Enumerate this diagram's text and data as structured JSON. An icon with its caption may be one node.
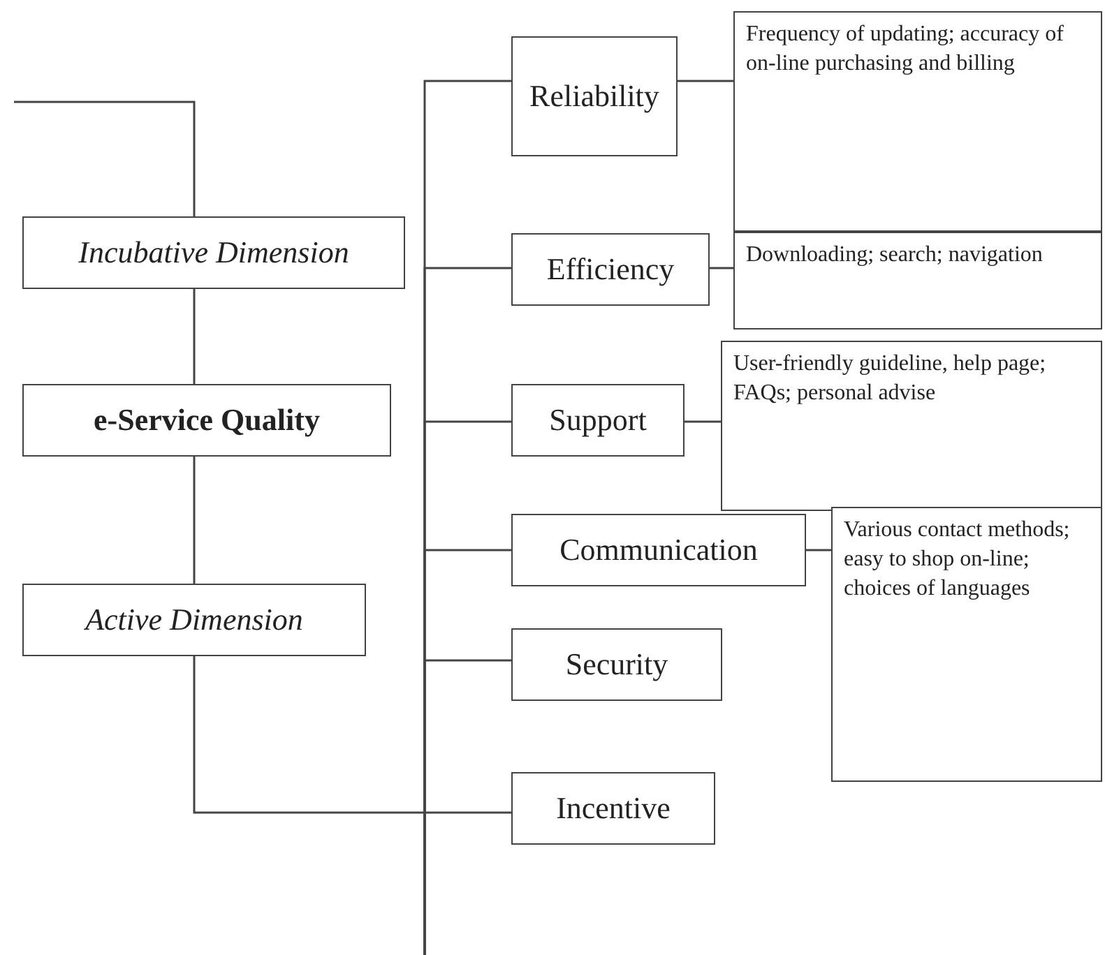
{
  "diagram": {
    "nodes": [
      {
        "text": [
          "Incubative Dimension"
        ]
      },
      {
        "text": [
          "e-Service Quality"
        ]
      },
      {
        "text": [
          "Active Dimension"
        ]
      },
      {
        "text": [
          "Reliability"
        ]
      },
      {
        "text": [
          "Frequency of updating; accuracy of on-line purchasing and billing"
        ]
      },
      {
        "text": [
          "Efficiency"
        ]
      },
      {
        "text": [
          "Downloading; search; navigation"
        ]
      },
      {
        "text": [
          "Support"
        ]
      },
      {
        "text": [
          "User-friendly guideline, help page; FAQs; personal advise"
        ]
      },
      {
        "text": [
          "Communication"
        ]
      },
      {
        "text": [
          "Various contact methods; easy to shop on-line; choices of languages"
        ]
      },
      {
        "text": [
          "Security"
        ]
      },
      {
        "text": [
          "Incentive"
        ]
      }
    ],
    "edges": [
      {
        "from": null,
        "to": 0,
        "arrow": "none"
      },
      {
        "from": 0,
        "to": 1,
        "arrow": "none"
      },
      {
        "from": 1,
        "to": 2,
        "arrow": "none"
      },
      {
        "from": 2,
        "to": 12,
        "arrow": "none"
      },
      {
        "from": null,
        "to": 3,
        "arrow": "none"
      },
      {
        "from": null,
        "to": 5,
        "arrow": "none"
      },
      {
        "from": null,
        "to": 7,
        "arrow": "none"
      },
      {
        "from": null,
        "to": 9,
        "arrow": "none"
      },
      {
        "from": null,
        "to": 11,
        "arrow": "none"
      },
      {
        "from": 3,
        "to": 4,
        "arrow": "none"
      },
      {
        "from": 5,
        "to": 6,
        "arrow": "none"
      },
      {
        "from": 7,
        "to": 8,
        "arrow": "none"
      },
      {
        "from": 9,
        "to": 10,
        "arrow": "none"
      }
    ]
  }
}
